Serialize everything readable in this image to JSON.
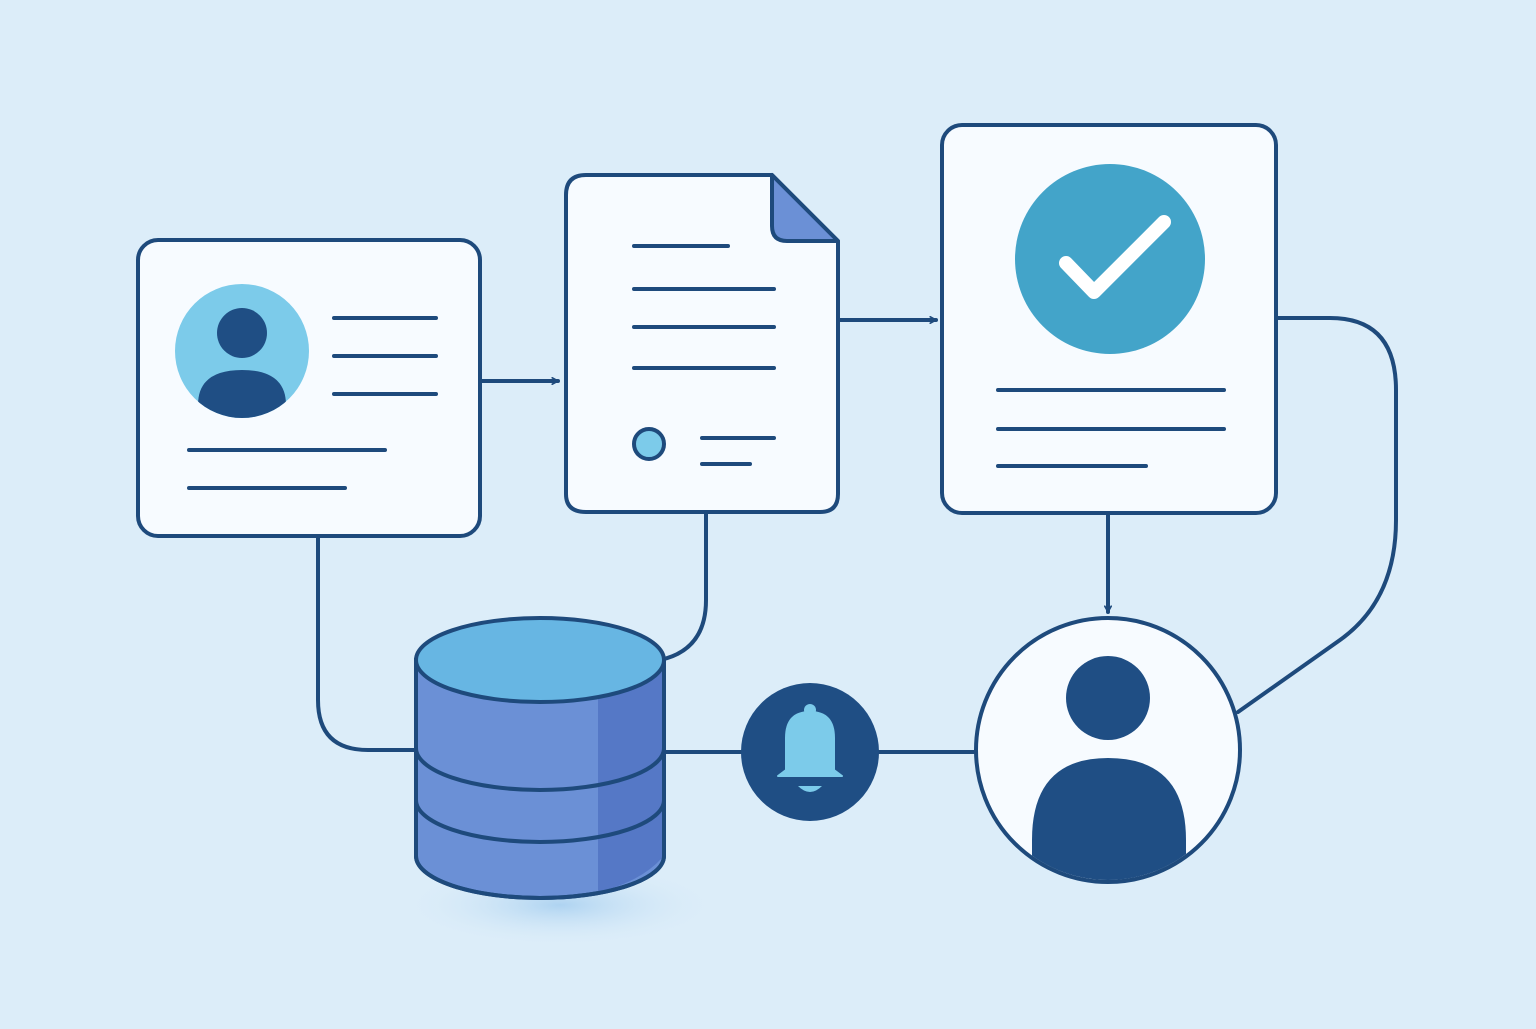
{
  "colors": {
    "background": "#dcedf9",
    "stroke_dark": "#1e4a7c",
    "card_fill": "#f7fbff",
    "avatar_light": "#7ccbea",
    "avatar_dark": "#1f4e84",
    "check_circle": "#43a4c9",
    "db_top": "#67b6e3",
    "db_body": "#6b90d6",
    "db_shade": "#5578c6",
    "bell_bg": "#1f4e84",
    "bell_fill": "#7ccbea",
    "fold_fill": "#6b90d6"
  },
  "icons": {
    "profile_card_avatar": "user-avatar-icon",
    "document_fold": "page-fold-icon",
    "approval_check": "checkmark-icon",
    "database": "database-icon",
    "notification": "bell-icon",
    "end_user": "user-icon"
  },
  "nodes": [
    {
      "id": "profile-card",
      "kind": "profile card with avatar and text lines"
    },
    {
      "id": "document",
      "kind": "document with folded corner"
    },
    {
      "id": "approval-card",
      "kind": "card with check badge"
    },
    {
      "id": "database",
      "kind": "stacked database cylinder"
    },
    {
      "id": "notification",
      "kind": "bell notification badge"
    },
    {
      "id": "user",
      "kind": "user avatar circle"
    }
  ],
  "edges": [
    {
      "from": "profile-card",
      "to": "document",
      "arrow": true
    },
    {
      "from": "document",
      "to": "approval-card",
      "arrow": true
    },
    {
      "from": "approval-card",
      "to": "user",
      "arrow": true
    },
    {
      "from": "approval-card",
      "to": "user",
      "arrow": false
    },
    {
      "from": "profile-card",
      "to": "database",
      "arrow": false
    },
    {
      "from": "document",
      "to": "database",
      "arrow": false
    },
    {
      "from": "database",
      "to": "notification",
      "arrow": false
    },
    {
      "from": "notification",
      "to": "user",
      "arrow": false
    }
  ]
}
